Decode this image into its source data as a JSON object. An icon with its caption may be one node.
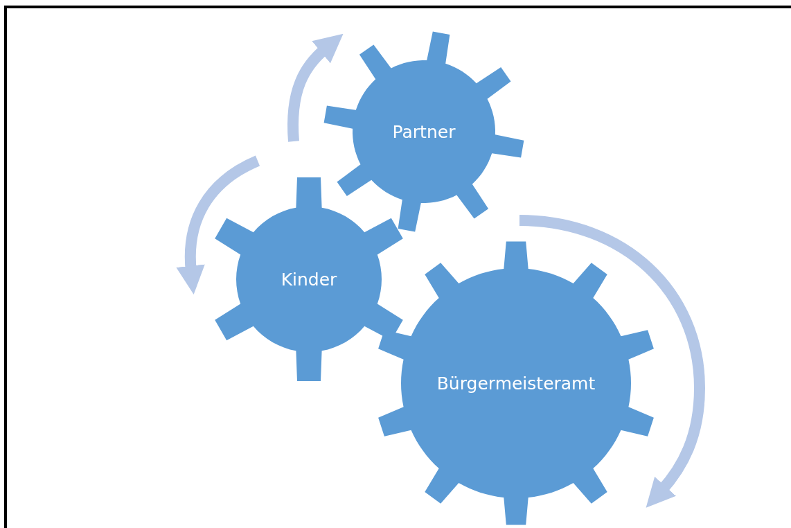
{
  "diagram": {
    "nodes": [
      {
        "text": [
          "Partner"
        ]
      },
      {
        "text": [
          "Kinder"
        ]
      },
      {
        "text": [
          "Bürgermeisteramt"
        ]
      }
    ]
  }
}
